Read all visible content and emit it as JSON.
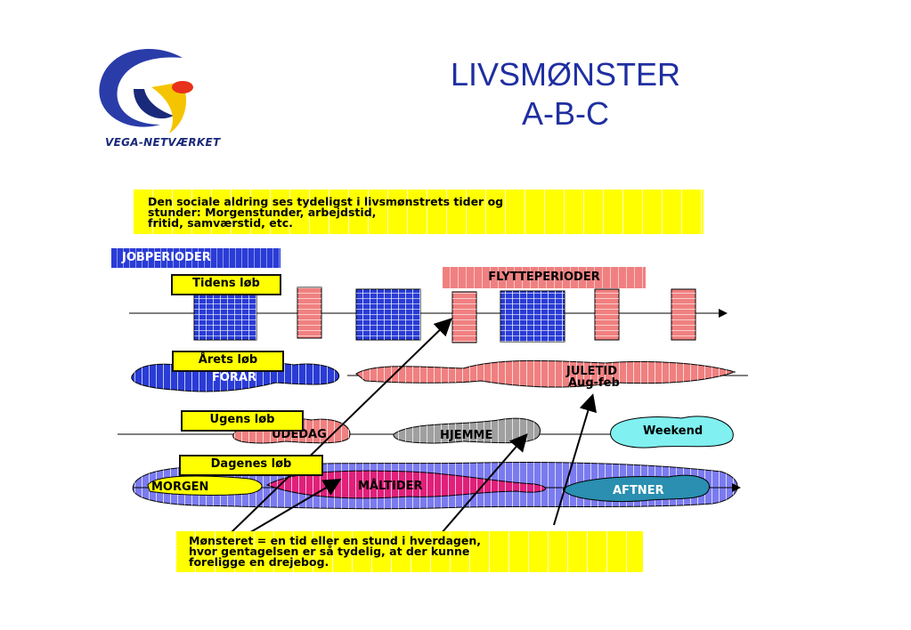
{
  "header": {
    "title_line1": "LIVSMØNSTER",
    "title_line2": "A-B-C",
    "logo_text": "VEGA-NETVÆRKET"
  },
  "intro": {
    "line1": "Den sociale aldring ses tydeligst i livsmønstrets tider og",
    "line2": "stunder: Morgenstunder, arbejdstid,",
    "line3": "fritid, samværstid,  etc."
  },
  "labels": {
    "jobperioder": "JOBPERIODER",
    "flytteperioder": "FLYTTEPERIODER",
    "tidens_lob": "Tidens løb",
    "arets_lob": "Årets løb",
    "ugens_lob": "Ugens løb",
    "dagenes_lob": "Dagenes løb"
  },
  "shapes": {
    "forar": "FORÅR",
    "juletid": "JULETID",
    "aug_feb": "Aug-feb",
    "udedag": "UDEDAG",
    "hjemme": "HJEMME",
    "weekend": "Weekend",
    "morgen": "MORGEN",
    "maltider": "MÅLTIDER",
    "aftner": "AFTNER"
  },
  "bottom": {
    "line1": "Mønsteret = en tid eller en stund i hverdagen,",
    "line2": "hvor gentagelsen er så tydelig, at der kunne",
    "line3": "foreligge en drejebog."
  },
  "colors": {
    "title": "#1f2fa0",
    "highlight": "#ffff00",
    "job_blue": "#2a3cd6",
    "flytte_pink": "#f08080",
    "day_band": "#7b7bf0",
    "maltider": "#e0207a",
    "aftner": "#2a8fb0",
    "weekend": "#80f0f0",
    "hjemme": "#a0a0a0"
  }
}
